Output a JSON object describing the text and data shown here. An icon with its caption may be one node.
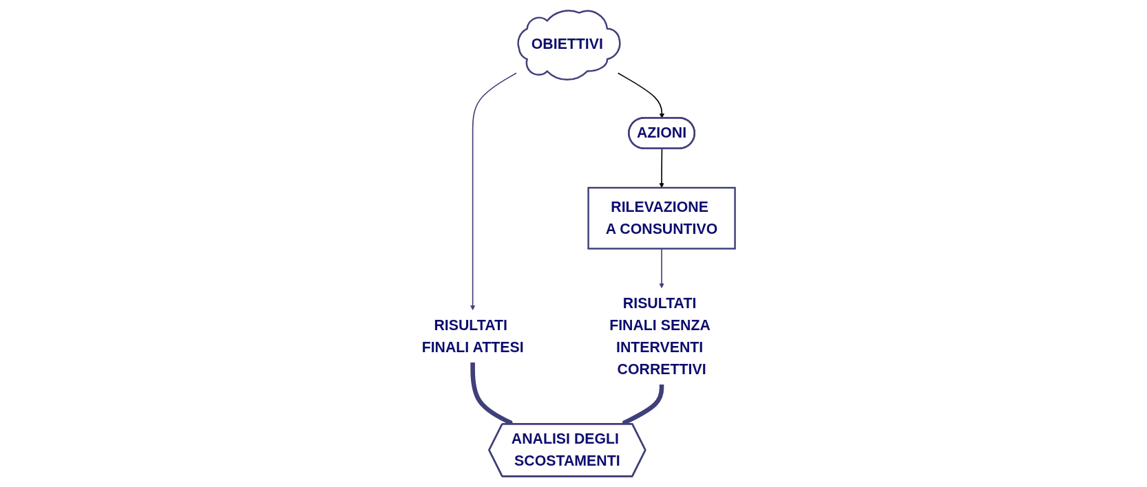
{
  "diagram": {
    "nodes": [
      {
        "text": [
          "OBIETTIVI"
        ]
      },
      {
        "text": [
          "RISULTATI FINALI ATTESI"
        ]
      },
      {
        "text": [
          "AZIONI"
        ]
      },
      {
        "text": [
          "ANALISI DEGLI SCOSTAMENTI"
        ]
      },
      {
        "text": [
          "RILEVAZIONE A CONSUNTIVO"
        ]
      },
      {
        "text": [
          "RISULTATI FINALI SENZA INTERVENTI CORRETTIVI"
        ]
      }
    ],
    "edges": [
      {
        "from": 0,
        "to": 1,
        "arrow": "to"
      },
      {
        "from": 0,
        "to": 2,
        "arrow": "to",
        "color": "#000000"
      },
      {
        "from": 2,
        "to": 4,
        "arrow": "to",
        "color": "#000000"
      },
      {
        "from": 1,
        "to": 3,
        "arrow": "to",
        "style": "thick"
      },
      {
        "from": 4,
        "to": 5,
        "arrow": "to"
      },
      {
        "from": 5,
        "to": 3,
        "arrow": "to",
        "style": "thick"
      }
    ]
  }
}
